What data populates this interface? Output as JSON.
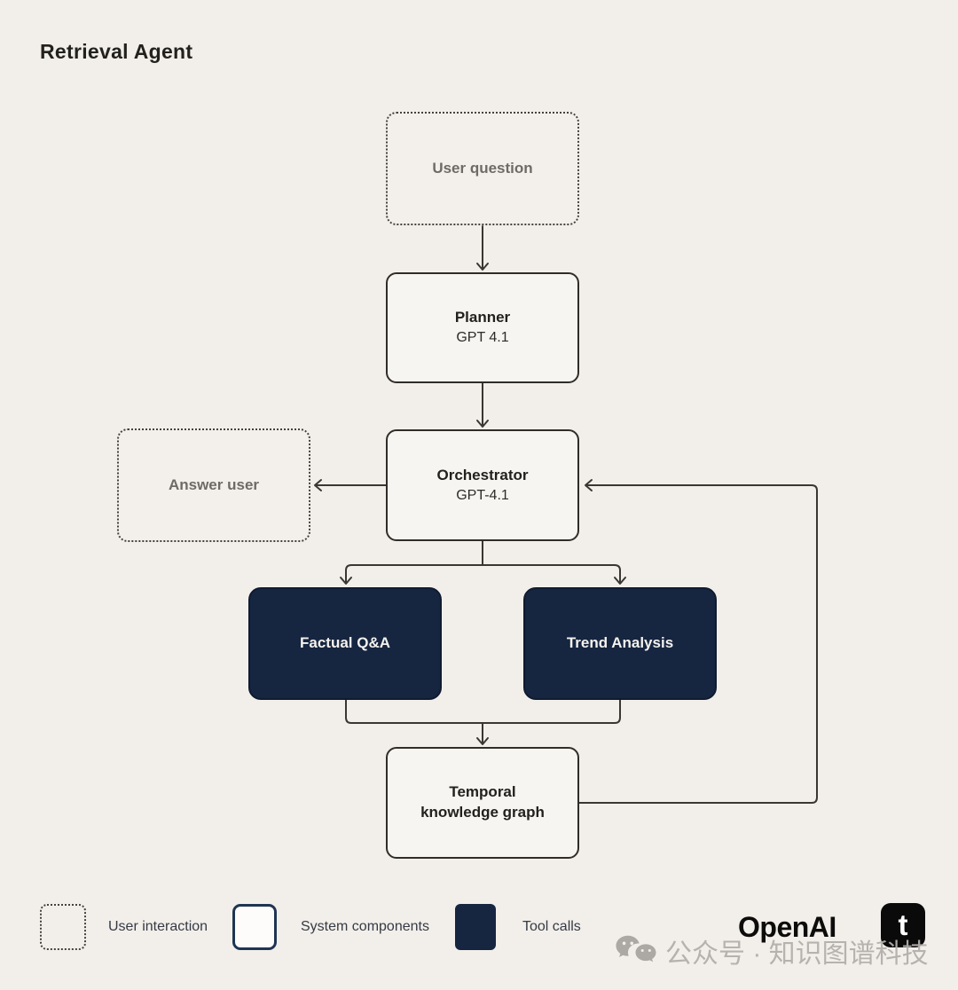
{
  "title": "Retrieval Agent",
  "nodes": {
    "user_question": {
      "label": "User question",
      "type": "user-interaction"
    },
    "planner": {
      "title": "Planner",
      "subtitle": "GPT 4.1",
      "type": "system-component"
    },
    "answer_user": {
      "label": "Answer user",
      "type": "user-interaction"
    },
    "orchestrator": {
      "title": "Orchestrator",
      "subtitle": "GPT-4.1",
      "type": "system-component"
    },
    "factual_qa": {
      "label": "Factual Q&A",
      "type": "tool-call"
    },
    "trend_analysis": {
      "label": "Trend Analysis",
      "type": "tool-call"
    },
    "temporal_kg": {
      "label": "Temporal knowledge graph",
      "type": "system-component"
    }
  },
  "edges": [
    {
      "from": "user_question",
      "to": "planner"
    },
    {
      "from": "planner",
      "to": "orchestrator"
    },
    {
      "from": "orchestrator",
      "to": "answer_user"
    },
    {
      "from": "orchestrator",
      "to": "factual_qa"
    },
    {
      "from": "orchestrator",
      "to": "trend_analysis"
    },
    {
      "from": "factual_qa",
      "to": "temporal_kg"
    },
    {
      "from": "trend_analysis",
      "to": "temporal_kg"
    },
    {
      "from": "temporal_kg",
      "to": "orchestrator"
    }
  ],
  "legend": {
    "items": [
      {
        "swatch": "dotted-outline",
        "label": "User interaction"
      },
      {
        "swatch": "solid-outline",
        "label": "System components"
      },
      {
        "swatch": "filled-navy",
        "label": "Tool calls"
      }
    ]
  },
  "branding": {
    "openai_wordmark": "OpenAI",
    "t_logo_letter": "t"
  },
  "watermark": {
    "icon": "wechat-icon",
    "text": "公众号 · 知识图谱科技"
  },
  "colors": {
    "background": "#f2efea",
    "node_fill": "#f7f5f1",
    "node_border": "#302d29",
    "dark_navy": "#162540",
    "connector": "#3a3732",
    "muted_label": "#6e6a65",
    "watermark_gray": "#b3afab"
  }
}
